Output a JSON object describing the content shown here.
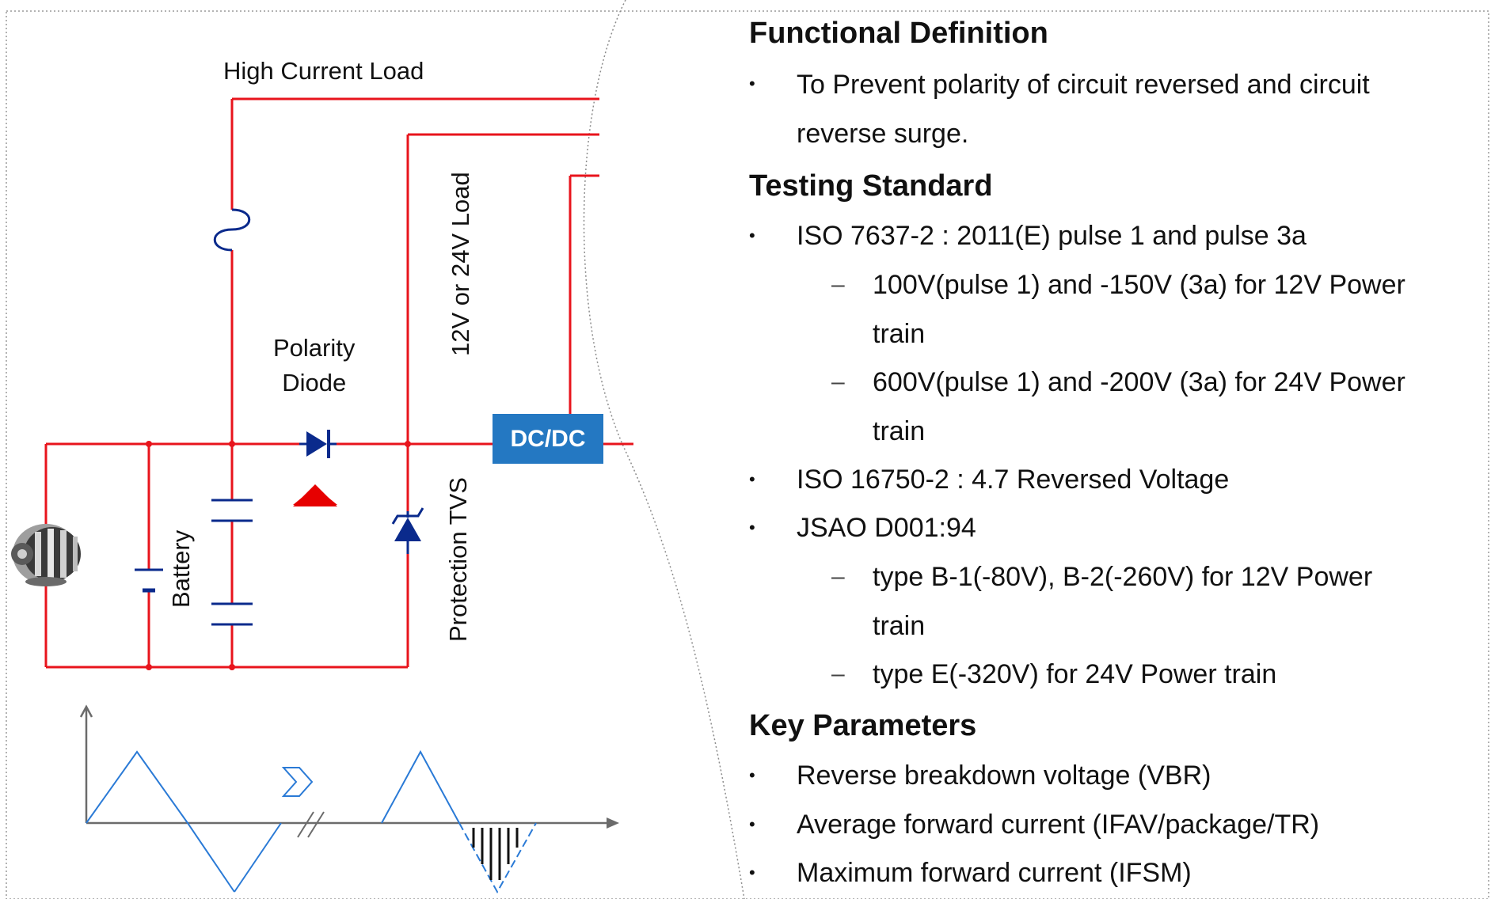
{
  "diagram": {
    "labels": {
      "high_current_load": "High Current Load",
      "load_12v_24v": "12V or 24V Load",
      "polarity_diode": "Polarity\nDiode",
      "battery": "Battery",
      "protection_tvs": "Protection TVS",
      "dc_dc": "DC/DC"
    },
    "colors": {
      "wire": "#e8141c",
      "component": "#0a2a8c",
      "dc_dc_box": "#2478c2",
      "warning_triangle": "#e60000",
      "waveform": "#2a7ad6"
    }
  },
  "functional_definition": {
    "heading": "Functional Definition",
    "bullets": [
      "To Prevent polarity of circuit reversed and circuit",
      "reverse surge."
    ]
  },
  "testing_standard": {
    "heading": "Testing Standard",
    "item1": "ISO 7637-2 : 2011(E) pulse 1 and pulse 3a",
    "item1_sub1_line1": "100V(pulse 1) and -150V (3a) for 12V Power",
    "item1_sub1_line2": "train",
    "item1_sub2_line1": "600V(pulse 1) and -200V (3a) for 24V Power",
    "item1_sub2_line2": "train",
    "item2": "ISO 16750-2 : 4.7 Reversed Voltage",
    "item3": "JSAO D001:94",
    "item3_sub1_line1": "type B-1(-80V), B-2(-260V) for 12V Power",
    "item3_sub1_line2": "train",
    "item3_sub2": "type E(-320V) for 24V Power train"
  },
  "key_parameters": {
    "heading": "Key Parameters",
    "items": [
      "Reverse breakdown voltage (VBR)",
      "Average forward current (IFAV/package/TR)",
      "Maximum forward current (IFSM)"
    ]
  },
  "bullet_char": "•",
  "dash_char": "–"
}
